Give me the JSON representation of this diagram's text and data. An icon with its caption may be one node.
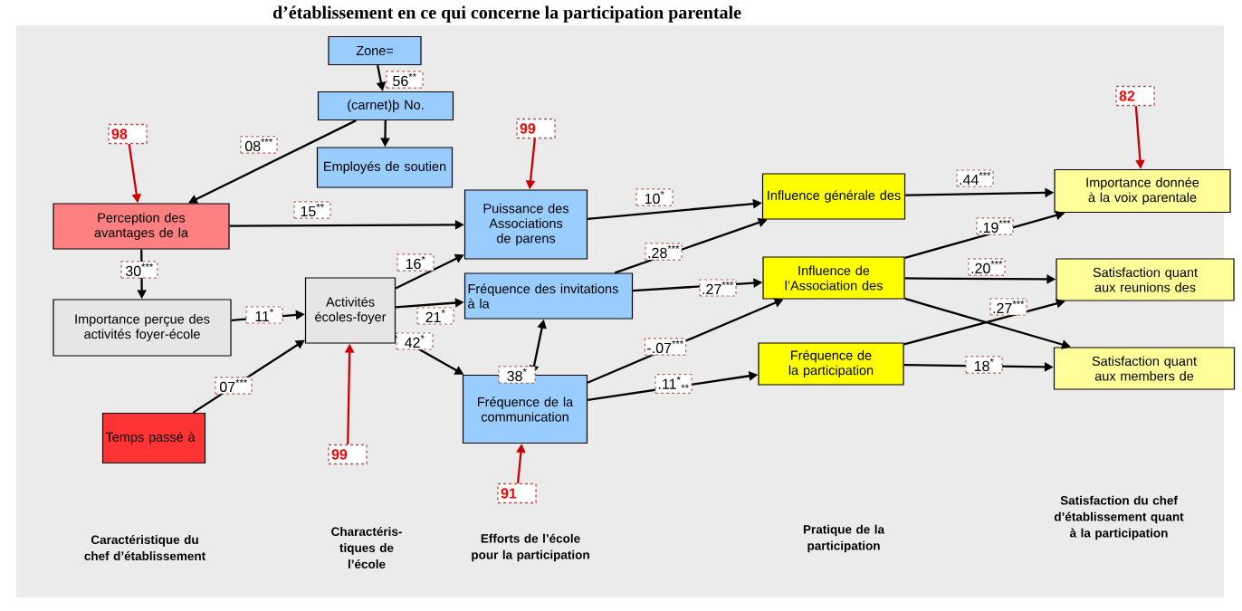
{
  "diagram": {
    "title": "d’établissement en ce qui concerne la participation parentale",
    "nodes": [
      {
        "text": [
          "Zone="
        ]
      },
      {
        "text": [
          "(carnet)þ No."
        ]
      },
      {
        "text": [
          "Employés de soutien"
        ]
      },
      {
        "text": [
          "Perception des avantages de la"
        ]
      },
      {
        "text": [
          "Importance perçue des activités foyer-école"
        ]
      },
      {
        "text": [
          "Activités écoles-foyer"
        ]
      },
      {
        "text": [
          "Temps passé à"
        ]
      },
      {
        "text": [
          "Puissance des Associations de parens"
        ]
      },
      {
        "text": [
          "Fréquence des invitations à la"
        ]
      },
      {
        "text": [
          "Fréquence de la communication"
        ]
      },
      {
        "text": [
          "Influence générale des"
        ]
      },
      {
        "text": [
          "Influence de l’Association des"
        ]
      },
      {
        "text": [
          "Fréquence de la participation"
        ]
      },
      {
        "text": [
          "Importance donnée à la voix parentale"
        ]
      },
      {
        "text": [
          "Satisfaction quant aux reunions des"
        ]
      },
      {
        "text": [
          "Satisfaction quant aux members de"
        ]
      },
      {
        "text": [
          "98"
        ]
      },
      {
        "text": [
          "99"
        ]
      },
      {
        "text": [
          "99"
        ]
      },
      {
        "text": [
          "91"
        ]
      },
      {
        "text": [
          "82"
        ]
      }
    ],
    "edges": [
      {
        "from": 0,
        "to": 1,
        "arrow": "to",
        "label": "56$^{**}$"
      },
      {
        "from": 1,
        "to": 2,
        "arrow": "to"
      },
      {
        "from": 1,
        "to": 3,
        "arrow": "to",
        "label": "08$^{***}$"
      },
      {
        "from": 3,
        "to": 7,
        "arrow": "to",
        "label": "15$^{**}$"
      },
      {
        "from": 3,
        "to": 4,
        "arrow": "to",
        "label": "30$^{***}$"
      },
      {
        "from": 4,
        "to": 5,
        "arrow": "to",
        "label": "11$^{*}$"
      },
      {
        "from": 6,
        "to": 5,
        "arrow": "to",
        "label": "07$^{***}$"
      },
      {
        "from": 5,
        "to": 7,
        "arrow": "to",
        "label": "16$^{*}$"
      },
      {
        "from": 5,
        "to": 8,
        "arrow": "to",
        "label": "21$^{*}$"
      },
      {
        "from": 5,
        "to": 9,
        "arrow": "to",
        "label": "42$^{*}$"
      },
      {
        "from": 8,
        "to": 9,
        "arrow": "both",
        "label": "38$^{*}$"
      },
      {
        "from": 7,
        "to": 10,
        "arrow": "to",
        "label": "10$^{*}$"
      },
      {
        "from": 8,
        "to": 10,
        "arrow": "to",
        "label": ".28$^{***}$"
      },
      {
        "from": 8,
        "to": 11,
        "arrow": "to",
        "label": ".27$^{***}$"
      },
      {
        "from": 9,
        "to": 11,
        "arrow": "to",
        "label": "-.07$^{***}$"
      },
      {
        "from": 9,
        "to": 12,
        "arrow": "to",
        "label": ".11$^{*}$$_{**}$"
      },
      {
        "from": 10,
        "to": 13,
        "arrow": "to",
        "label": ".44$^{***}$"
      },
      {
        "from": 11,
        "to": 13,
        "arrow": "to",
        "label": ".19$^{***}$"
      },
      {
        "from": 11,
        "to": 14,
        "arrow": "to",
        "label": ".20$^{***}$"
      },
      {
        "from": 11,
        "to": 15,
        "arrow": "to"
      },
      {
        "from": 12,
        "to": 14,
        "arrow": "to",
        "label": ".27$^{***}$"
      },
      {
        "from": 12,
        "to": 15,
        "arrow": "to",
        "label": "18$^{*}$"
      },
      {
        "from": 16,
        "to": 3,
        "arrow": "to",
        "color": "#cc0000"
      },
      {
        "from": 17,
        "to": 7,
        "arrow": "to",
        "color": "#cc0000"
      },
      {
        "from": 18,
        "to": 5,
        "arrow": "to",
        "color": "#cc0000"
      },
      {
        "from": 19,
        "to": 9,
        "arrow": "to",
        "color": "#cc0000"
      },
      {
        "from": 20,
        "to": 13,
        "arrow": "to",
        "color": "#cc0000"
      }
    ],
    "labels": [
      "Caractéristique du chef d’établissement",
      "Charactéris- tiques de l’école",
      "Efforts de l’école pour la participation",
      "Pratique de la participation",
      "Satisfaction du chef d’établissement quant à la participation"
    ]
  }
}
